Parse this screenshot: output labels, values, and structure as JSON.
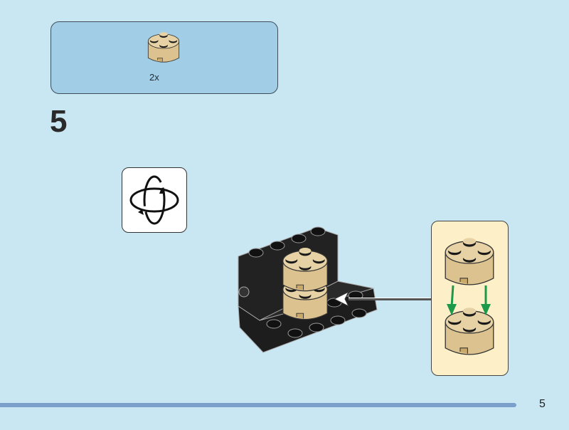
{
  "parts_list": {
    "items": [
      {
        "part": "tan-round-brick-2x2",
        "quantity": "2x"
      }
    ]
  },
  "step_number": "5",
  "icons": {
    "rotate": "rotate-model-icon"
  },
  "colors": {
    "background": "#c9e7f2",
    "parts_box": "#a2cde6",
    "callout": "#fdf0c8",
    "tan": "#dcc28e",
    "arrow": "#1a9a4a"
  },
  "page_number": "5"
}
